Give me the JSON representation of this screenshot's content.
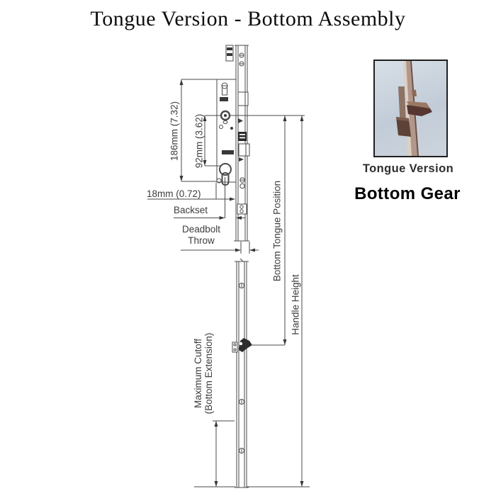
{
  "title": "Tongue Version - Bottom Assembly",
  "labels": {
    "dim_case_height": "186mm (7.32)",
    "dim_hub_to_cylinder": "92mm (3.62)",
    "dim_backset_value": "18mm (0.72)",
    "backset": "Backset",
    "deadbolt_throw_line1": "Deadbolt",
    "deadbolt_throw_line2": "Throw",
    "bottom_tongue_position": "Bottom Tongue Position",
    "handle_height": "Handle Height",
    "max_cutoff_line1": "Maximum Cutoff",
    "max_cutoff_line2": "(Bottom Extension)"
  },
  "inset": {
    "caption_top": "Tongue Version",
    "caption_bottom": "Bottom Gear"
  },
  "colors": {
    "line": "#4a4a4a",
    "label_text": "#3d3d3d",
    "title_text": "#0d0d0d",
    "photo_background": "#c9d3dd",
    "hardware_bronze": "#b1968a",
    "hardware_dark": "#553630"
  }
}
